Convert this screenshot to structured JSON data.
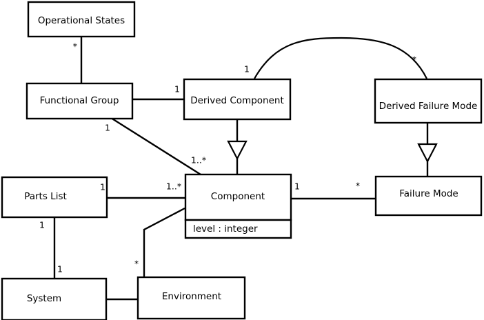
{
  "diagram": {
    "type": "uml-class-diagram",
    "title": "",
    "stroke_color": "#000000",
    "fill_color": "#ffffff",
    "classes": [
      {
        "id": "operational-states",
        "name": "Operational States",
        "attributes": []
      },
      {
        "id": "functional-group",
        "name": "Functional Group",
        "attributes": []
      },
      {
        "id": "derived-component",
        "name": "Derived Component",
        "attributes": []
      },
      {
        "id": "derived-failure-mode",
        "name": "Derived Failure Mode",
        "attributes": []
      },
      {
        "id": "parts-list",
        "name": "Parts List",
        "attributes": []
      },
      {
        "id": "component",
        "name": "Component",
        "attributes": [
          "level : integer"
        ]
      },
      {
        "id": "failure-mode",
        "name": "Failure Mode",
        "attributes": []
      },
      {
        "id": "system",
        "name": "System",
        "attributes": []
      },
      {
        "id": "environment",
        "name": "Environment",
        "attributes": []
      }
    ],
    "class_labels": {
      "operational_states": "Operational States",
      "functional_group": "Functional Group",
      "derived_component": "Derived Component",
      "derived_failure_mode": "Derived Failure Mode",
      "parts_list": "Parts List",
      "component": "Component",
      "component_attr_level": "level : integer",
      "failure_mode": "Failure Mode",
      "system": "System",
      "environment": "Environment"
    },
    "relationships": [
      {
        "id": "opstates-functionalgroup",
        "from": "operational-states",
        "to": "functional-group",
        "kind": "association",
        "from_multiplicity": "*",
        "to_multiplicity": ""
      },
      {
        "id": "functionalgroup-derivedcomponent",
        "from": "functional-group",
        "to": "derived-component",
        "kind": "association",
        "from_multiplicity": "",
        "to_multiplicity": "1"
      },
      {
        "id": "functionalgroup-component",
        "from": "functional-group",
        "to": "component",
        "kind": "association",
        "from_multiplicity": "1",
        "to_multiplicity": "1..*"
      },
      {
        "id": "derivedcomponent-derivedfailuremode",
        "from": "derived-component",
        "to": "derived-failure-mode",
        "kind": "association-arc",
        "from_multiplicity": "1",
        "to_multiplicity": "*"
      },
      {
        "id": "derivedcomponent-component",
        "from": "derived-component",
        "to": "component",
        "kind": "generalization",
        "from_multiplicity": "",
        "to_multiplicity": ""
      },
      {
        "id": "derivedfailuremode-failuremode",
        "from": "derived-failure-mode",
        "to": "failure-mode",
        "kind": "generalization",
        "from_multiplicity": "",
        "to_multiplicity": ""
      },
      {
        "id": "partslist-component",
        "from": "parts-list",
        "to": "component",
        "kind": "association",
        "from_multiplicity": "1",
        "to_multiplicity": "1..*"
      },
      {
        "id": "component-failuremode",
        "from": "component",
        "to": "failure-mode",
        "kind": "association",
        "from_multiplicity": "1",
        "to_multiplicity": "*"
      },
      {
        "id": "partslist-system",
        "from": "parts-list",
        "to": "system",
        "kind": "association",
        "from_multiplicity": "1",
        "to_multiplicity": "1"
      },
      {
        "id": "system-environment",
        "from": "system",
        "to": "environment",
        "kind": "association",
        "from_multiplicity": "",
        "to_multiplicity": ""
      },
      {
        "id": "environment-component",
        "from": "environment",
        "to": "component",
        "kind": "association",
        "from_multiplicity": "*",
        "to_multiplicity": ""
      }
    ],
    "multiplicities": {
      "opstates_to_fg": "*",
      "fg_to_dc": "1",
      "fg_to_comp_near": "1",
      "fg_to_comp_far": "1..*",
      "dc_arc_near": "1",
      "dfm_arc_far": "*",
      "pl_to_comp_near": "1",
      "pl_to_comp_far": "1..*",
      "comp_to_fm_near": "1",
      "comp_to_fm_far": "*",
      "pl_to_sys_near": "1",
      "pl_to_sys_far": "1",
      "env_to_comp": "*"
    }
  }
}
